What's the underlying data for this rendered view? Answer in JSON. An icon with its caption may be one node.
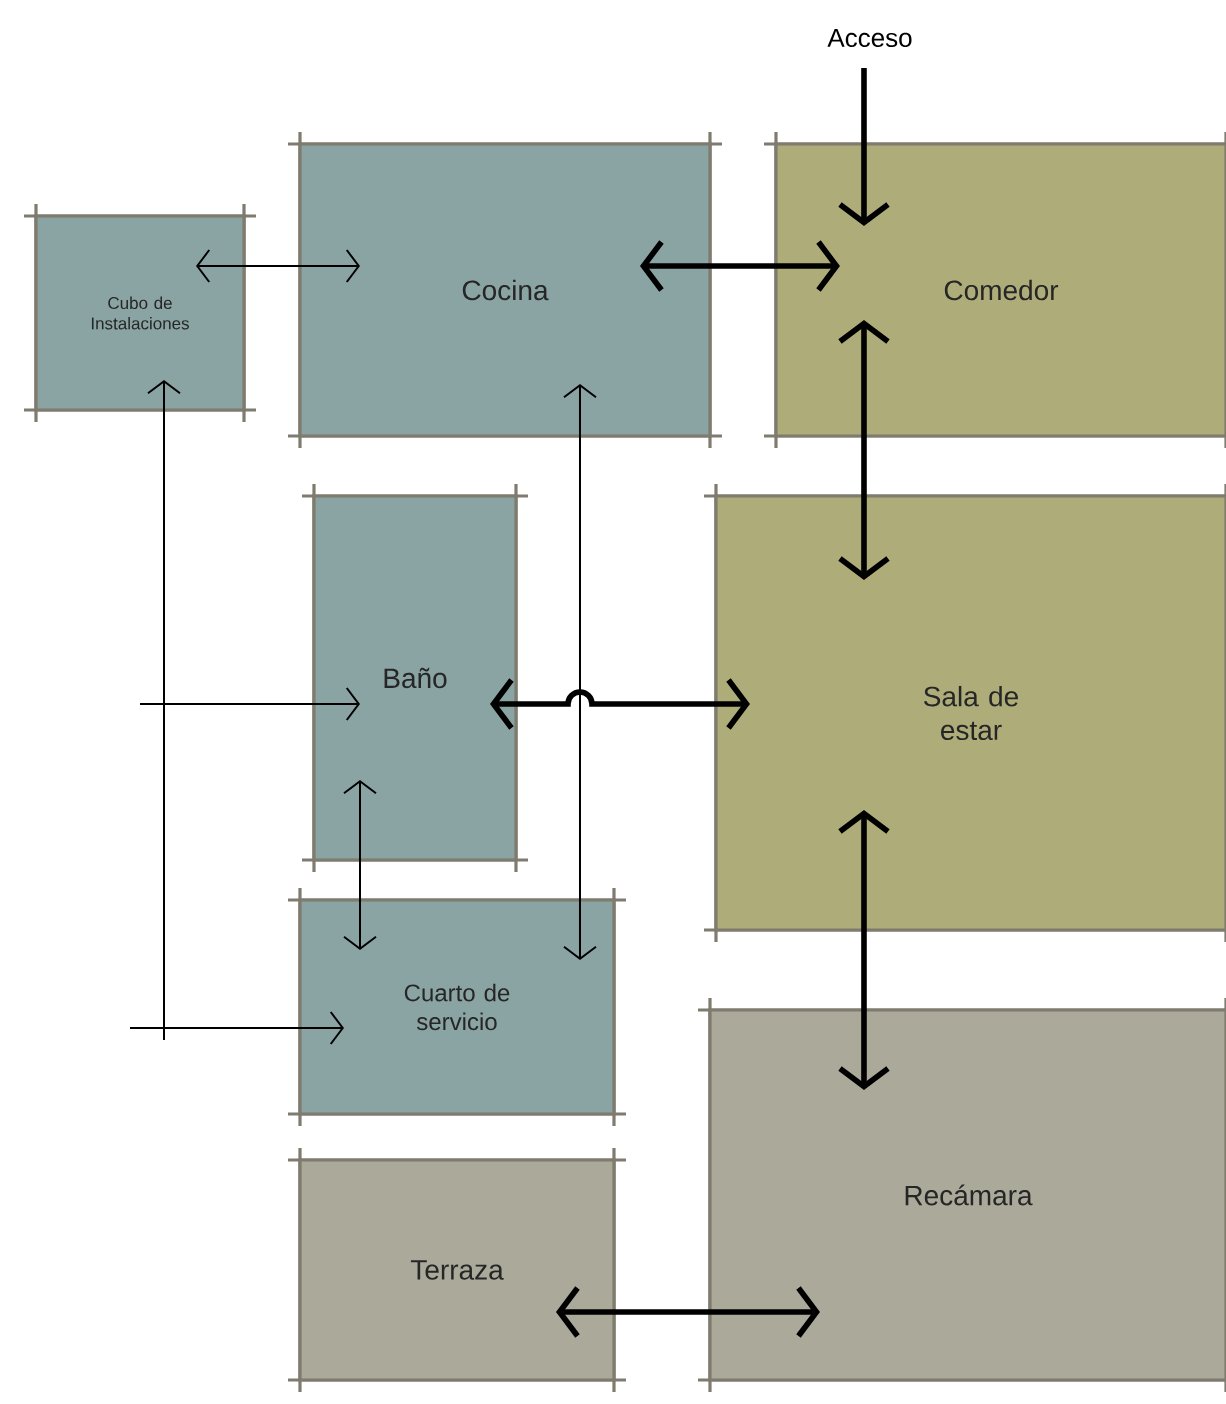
{
  "diagram": {
    "nodes": [
      {
        "text": [
          "Acceso"
        ]
      },
      {
        "text": [
          "Cubo de Instalaciones"
        ]
      },
      {
        "text": [
          "Cocina"
        ]
      },
      {
        "text": [
          "Comedor"
        ]
      },
      {
        "text": [
          "Baño"
        ]
      },
      {
        "text": [
          "Sala de estar"
        ]
      },
      {
        "text": [
          "Cuarto de servicio"
        ]
      },
      {
        "text": [
          "Terraza"
        ]
      },
      {
        "text": [
          "Recámara"
        ]
      }
    ],
    "edges": [
      {
        "from": 1,
        "to": 2,
        "arrow": "both"
      },
      {
        "from": 2,
        "to": 3,
        "arrow": "both",
        "style": "thick"
      },
      {
        "from": 0,
        "to": 3,
        "arrow": "to",
        "style": "thick"
      },
      {
        "from": 3,
        "to": 5,
        "arrow": "both",
        "style": "thick"
      },
      {
        "from": null,
        "to": 1,
        "arrow": "to"
      },
      {
        "from": null,
        "to": 4,
        "arrow": "to"
      },
      {
        "from": 4,
        "to": 5,
        "arrow": "both",
        "style": "thick"
      },
      {
        "from": 4,
        "to": 6,
        "arrow": "both"
      },
      {
        "from": 2,
        "to": 6,
        "arrow": "both"
      },
      {
        "from": null,
        "to": 6,
        "arrow": "to"
      },
      {
        "from": 5,
        "to": 8,
        "arrow": "both",
        "style": "thick"
      },
      {
        "from": 7,
        "to": 8,
        "arrow": "both",
        "style": "thick"
      }
    ]
  }
}
